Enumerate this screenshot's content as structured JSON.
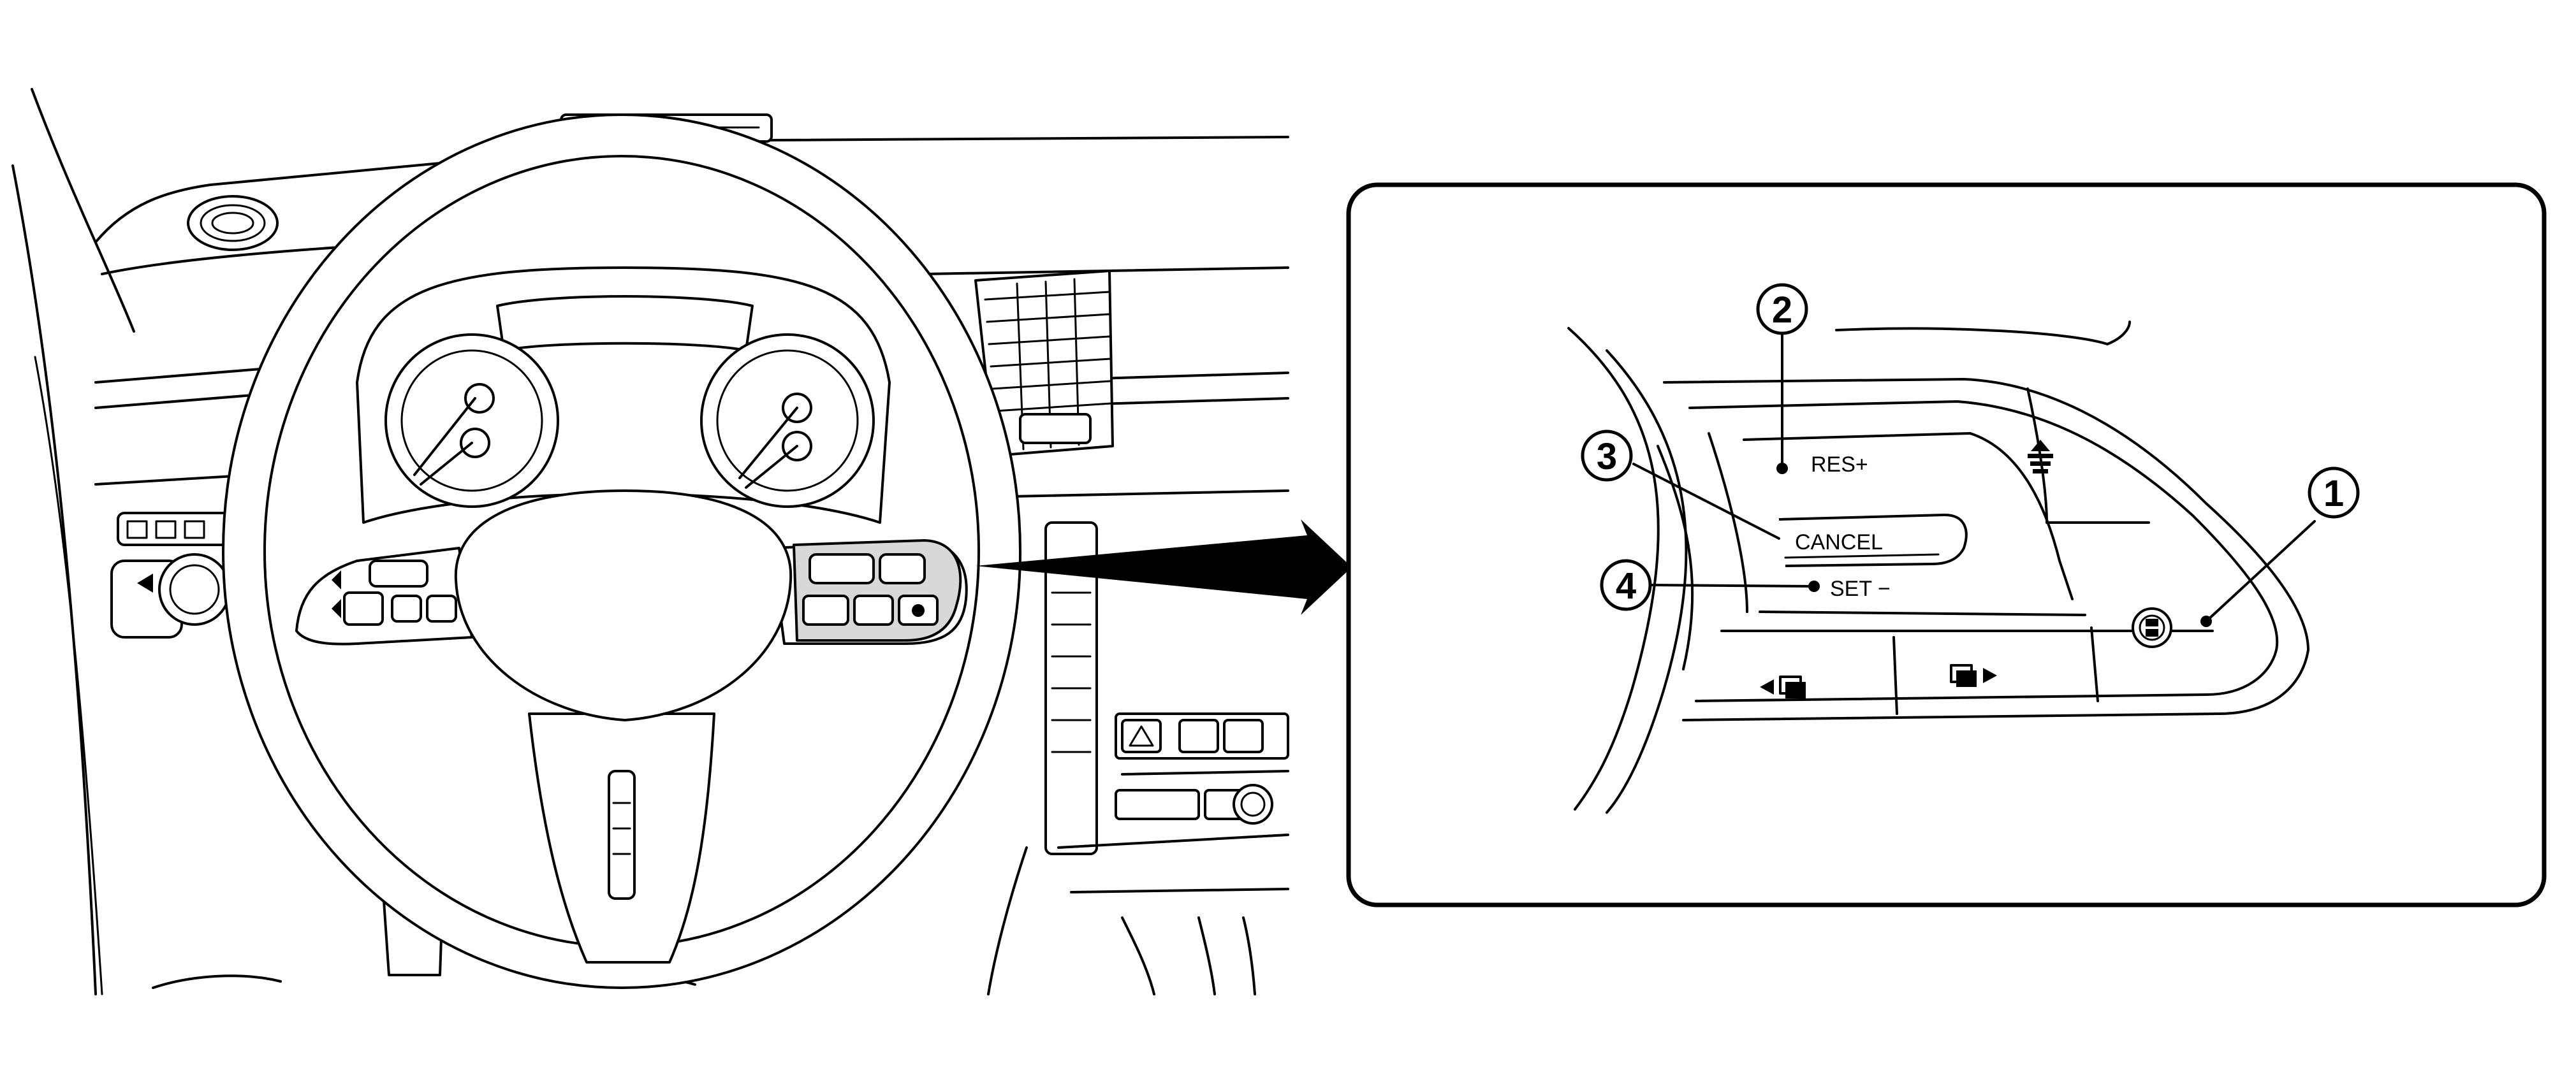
{
  "callouts": [
    {
      "id": "1",
      "label": "①"
    },
    {
      "id": "2",
      "label": "②"
    },
    {
      "id": "3",
      "label": "③"
    },
    {
      "id": "4",
      "label": "④"
    }
  ],
  "buttons": {
    "res": "RES+",
    "cancel": "CANCEL",
    "set": "SET −"
  },
  "icons": {
    "distance": "vehicle-distance-icon",
    "cruise_main": "cruise-main-switch-icon",
    "prev": "previous-screen-icon",
    "next": "next-screen-icon"
  },
  "colors": {
    "line": "#000000",
    "background": "#ffffff"
  }
}
